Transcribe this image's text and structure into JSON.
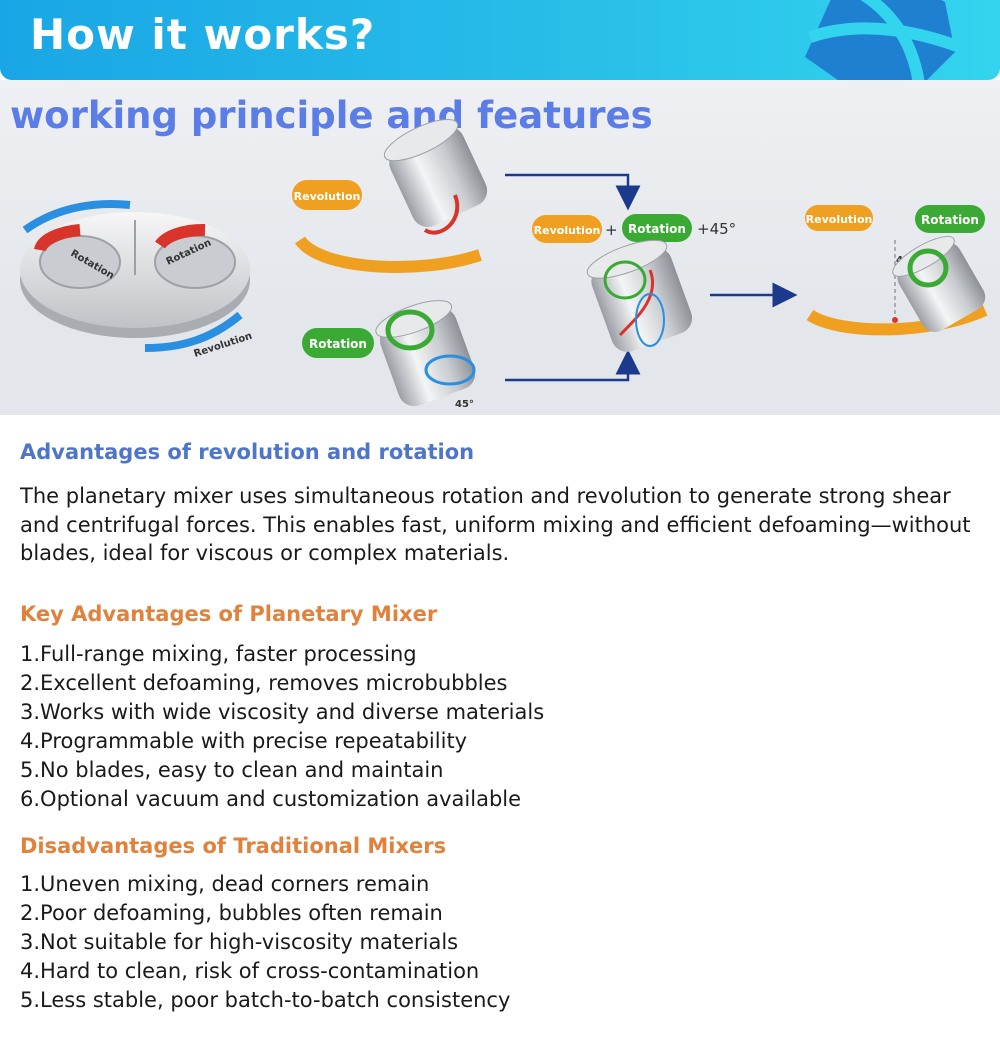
{
  "header": {
    "title": "How it works?"
  },
  "diagram": {
    "title": "working principle and features",
    "labels": {
      "rotation_left": "Rotation",
      "rotation_right": "Rotation",
      "revolution_base": "Revolution",
      "revolution_pill": "Revolution",
      "rotation_pill": "Rotation",
      "angle_bottom": "45°",
      "combo_revolution": "Revolution",
      "plus": "+",
      "combo_rotation": "Rotation",
      "combo_angle": "+45°",
      "result_revolution": "Revolution",
      "result_rotation": "Rotation",
      "result_angle": "45°"
    },
    "colors": {
      "orange": "#f0a020",
      "green": "#3aaa35",
      "navy": "#1b3a8c",
      "blue_arrow": "#2a8fe0",
      "red_arrow": "#d9342b"
    }
  },
  "advantages": {
    "title": "Advantages of revolution and rotation",
    "paragraph": "The planetary mixer uses simultaneous rotation and revolution to generate strong shear and centrifugal forces. This enables fast, uniform mixing and efficient defoaming—without blades, ideal for viscous or complex materials."
  },
  "key_advantages": {
    "title": "Key Advantages of Planetary Mixer",
    "items": [
      "1.Full-range mixing, faster processing",
      "2.Excellent defoaming, removes microbubbles",
      "3.Works with wide viscosity and diverse materials",
      "4.Programmable with precise repeatability",
      "5.No blades, easy to clean and maintain",
      "6.Optional vacuum and customization available"
    ]
  },
  "disadvantages": {
    "title": "Disadvantages of Traditional Mixers",
    "items": [
      "1.Uneven mixing, dead corners remain",
      "2.Poor defoaming, bubbles often remain",
      "3.Not suitable for high-viscosity materials",
      "4.Hard to clean, risk of cross-contamination",
      "5.Less stable, poor batch-to-batch consistency"
    ]
  }
}
